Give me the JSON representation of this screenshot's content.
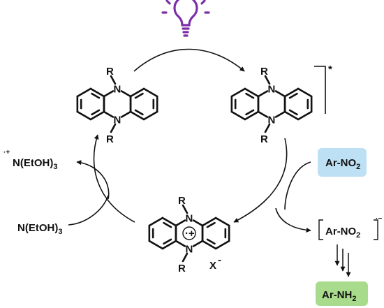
{
  "colors": {
    "bulb": "#7b2fa8",
    "substrate_box": "#bde0f4",
    "product_box": "#a8dc8c",
    "ink": "#111111"
  },
  "icons": [
    "light-bulb-icon"
  ],
  "catalyst": {
    "substituent": "R",
    "nitrogen": "N",
    "excited_mark": "*"
  },
  "cation": {
    "substituent": "R",
    "nitrogen": "N",
    "charge": "·+",
    "counterion": "X",
    "counterion_charge": "-"
  },
  "reagents": {
    "donor_radical_sup": "·+",
    "donor_radical_main": "N(EtOH)",
    "donor_radical_sub": "3",
    "donor_main": "N(EtOH)",
    "donor_sub": "3"
  },
  "substrate": {
    "main": "Ar-NO",
    "sub": "2"
  },
  "radical_anion": {
    "main": "Ar-NO",
    "sub": "2",
    "sup": "·−"
  },
  "product": {
    "main": "Ar-NH",
    "sub": "2"
  }
}
